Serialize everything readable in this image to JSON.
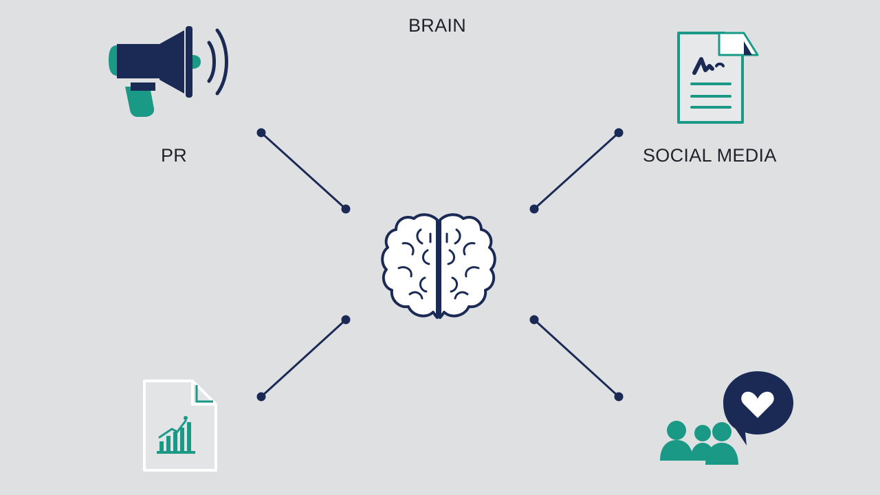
{
  "title": "BRAIN",
  "nodes": {
    "center": {
      "icon": "brain-icon"
    },
    "top_left": {
      "label": "PR",
      "icon": "megaphone-icon"
    },
    "top_right": {
      "label": "SOCIAL MEDIA",
      "icon": "document-icon"
    },
    "bottom_left": {
      "label": "",
      "icon": "report-chart-icon"
    },
    "bottom_right": {
      "label": "",
      "icon": "community-heart-icon"
    }
  },
  "colors": {
    "background": "#dfe0e2",
    "navy": "#1b2a55",
    "teal": "#1a9a86",
    "text": "#1f2229"
  }
}
